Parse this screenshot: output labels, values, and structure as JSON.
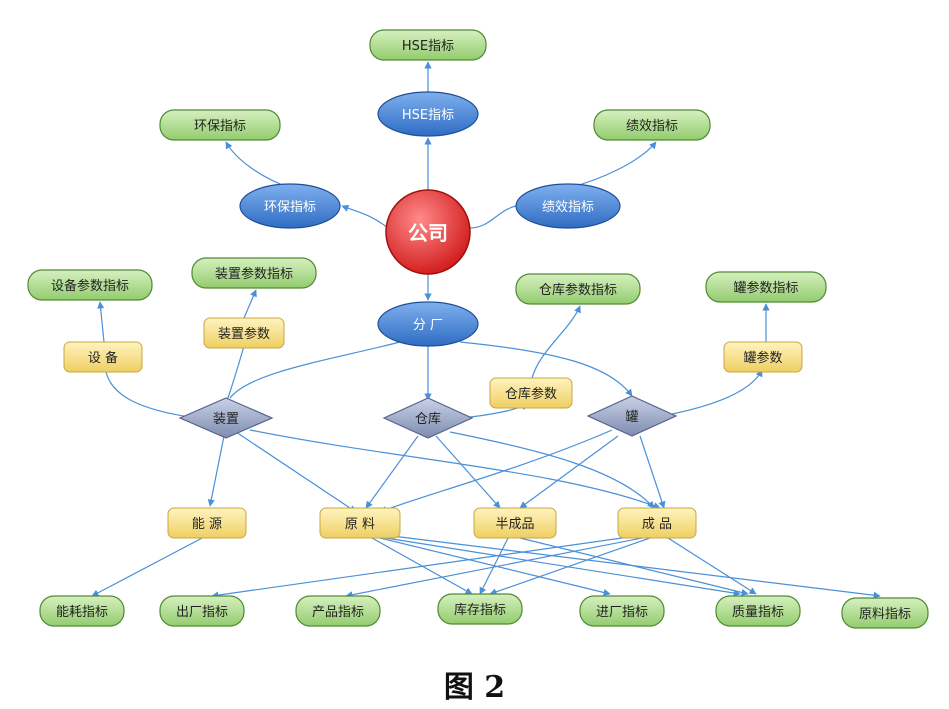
{
  "caption": "图 2",
  "nodes": {
    "company": "公司",
    "hse": "HSE指标",
    "hse_metric": "HSE指标",
    "env": "环保指标",
    "env_metric": "环保指标",
    "perf": "绩效指标",
    "perf_metric": "绩效指标",
    "branch": "分 厂",
    "equip_param_metric": "设备参数指标",
    "device_param_metric": "装置参数指标",
    "warehouse_param_metric": "仓库参数指标",
    "tank_param_metric": "罐参数指标",
    "equip": "设 备",
    "device_param": "装置参数",
    "warehouse_param": "仓库参数",
    "tank_param": "罐参数",
    "device": "装置",
    "warehouse": "仓库",
    "tank": "罐",
    "energy": "能 源",
    "raw": "原 料",
    "semi": "半成品",
    "product": "成 品",
    "m_energy": "能耗指标",
    "m_outbound": "出厂指标",
    "m_output": "产品指标",
    "m_inventory": "库存指标",
    "m_inbound": "进厂指标",
    "m_quality": "质量指标",
    "m_raw": "原料指标"
  },
  "colors": {
    "green": "#a8d88a",
    "green_border": "#4f8a32",
    "blue": "#4a86d6",
    "blue_border": "#1f4f96",
    "red": "#e02a2a",
    "yellow": "#f7e08a",
    "diamond": "#9aa6c6",
    "line": "#4a90d9"
  }
}
